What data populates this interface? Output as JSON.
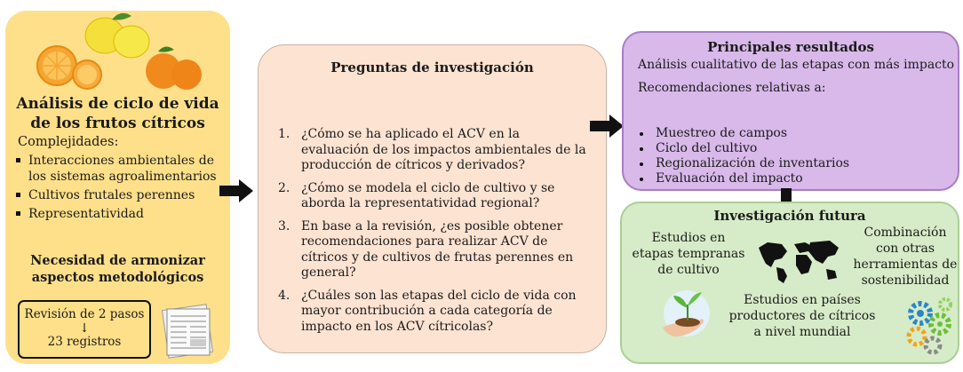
{
  "left_panel": {
    "title": "Análisis de ciclo de vida de los frutos cítricos",
    "subtitle": "Complejidades:",
    "items": [
      "Interacciones ambientales de los sistemas agroalimentarios",
      "Cultivos frutales perennes",
      "Representatividad"
    ],
    "need": "Necesidad de armonizar aspectos metodológicos",
    "review": {
      "line1": "Revisión de 2 pasos",
      "arrow": "↓",
      "line2": "23 registros"
    },
    "icons": [
      "citrus-fruits-illustration",
      "newspaper-illustration"
    ]
  },
  "middle_panel": {
    "title": "Preguntas de investigación",
    "questions": [
      {
        "num": "1.",
        "text": "¿Cómo se ha aplicado el ACV en la evaluación de los impactos ambientales de la producción de cítricos y derivados?"
      },
      {
        "num": "2.",
        "text": "¿Cómo se modela el ciclo de cultivo y se aborda la representatividad regional?"
      },
      {
        "num": "3.",
        "text": "En base a la revisión, ¿es posible obtener recomendaciones para realizar ACV de cítricos y de cultivos de frutas perennes en general?"
      },
      {
        "num": "4.",
        "text": "¿Cuáles son las etapas del ciclo de vida con mayor contribución a cada categoría de impacto en los ACV cítricolas?"
      }
    ]
  },
  "results_panel": {
    "title": "Principales resultados",
    "line1": "Análisis cualitativo de las etapas con más impacto",
    "line2": "Recomendaciones relativas a:",
    "items": [
      "Muestreo de campos",
      "Ciclo del cultivo",
      "Regionalización de inventarios",
      "Evaluación del impacto"
    ]
  },
  "future_panel": {
    "title": "Investigación futura",
    "left_text": [
      "Estudios en",
      "etapas tempranas",
      "de cultivo"
    ],
    "right_text": [
      "Combinación",
      "con otras",
      "herramientas de",
      "sostenibilidad"
    ],
    "bottom_text": [
      "Estudios en países",
      "productores de cítricos",
      "a nivel mundial"
    ],
    "icons": [
      "world-map-icon",
      "seedling-hand-icon",
      "gears-icon"
    ]
  },
  "colors": {
    "left_bg": "#ffe08a",
    "middle_bg": "#fde3d2",
    "results_bg": "#d8b9ea",
    "future_bg": "#d6ebc7",
    "arrow": "#111111"
  }
}
